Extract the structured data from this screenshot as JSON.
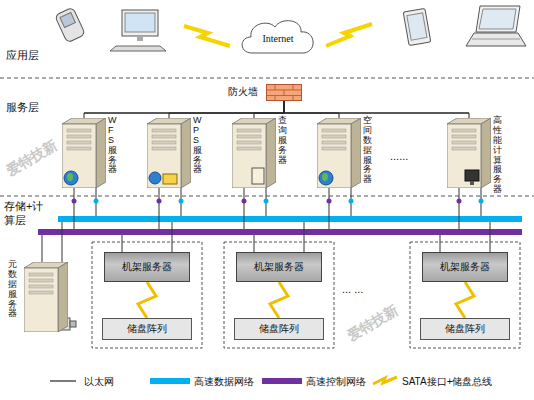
{
  "diagram": {
    "nodes": [
      {
        "text": [
          "Internet"
        ]
      },
      {
        "text": [
          "防火墙"
        ]
      },
      {
        "text": [
          "WFS服务器"
        ]
      },
      {
        "text": [
          "WPS服务器"
        ]
      },
      {
        "text": [
          "查询服务器"
        ]
      },
      {
        "text": [
          "空间数据服务器"
        ]
      },
      {
        "text": [
          "高性能计算服务器"
        ]
      },
      {
        "text": [
          "元数据服务器"
        ]
      },
      {
        "text": [
          "机架服务器"
        ]
      },
      {
        "text": [
          "储盘阵列"
        ]
      },
      {
        "text": [
          "机架服务器"
        ]
      },
      {
        "text": [
          "储盘阵列"
        ]
      },
      {
        "text": [
          "机架服务器"
        ]
      },
      {
        "text": [
          "储盘阵列"
        ]
      }
    ],
    "edges": [
      {
        "from": 1,
        "to": 2,
        "arrow": "none"
      },
      {
        "from": 1,
        "to": 3,
        "arrow": "none"
      },
      {
        "from": 1,
        "to": 4,
        "arrow": "none"
      },
      {
        "from": 1,
        "to": 5,
        "arrow": "none"
      },
      {
        "from": 1,
        "to": 6,
        "arrow": "none"
      },
      {
        "from": 8,
        "to": 9,
        "arrow": "none"
      },
      {
        "from": 10,
        "to": 11,
        "arrow": "none"
      },
      {
        "from": 12,
        "to": 13,
        "arrow": "none"
      }
    ],
    "labels": [
      "应用层",
      "服务层",
      "存储+计算层",
      "......",
      "... ...",
      "爱特技新",
      "爱特技新"
    ],
    "legend": [
      {
        "text": "以太网"
      },
      {
        "text": "高速数据网络",
        "color": "#00b0f0"
      },
      {
        "text": "高速控制网络",
        "color": "#7030a0"
      },
      {
        "text": "SATA接口+储盘总线"
      }
    ]
  }
}
